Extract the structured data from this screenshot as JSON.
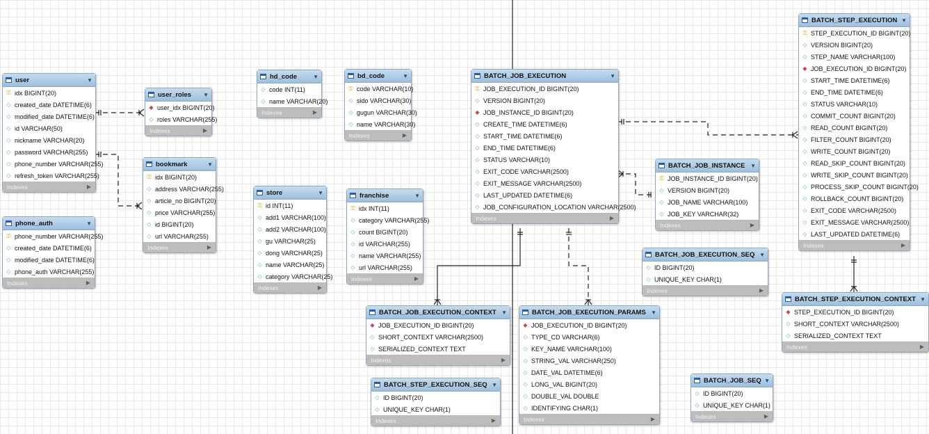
{
  "tables": [
    {
      "key": "user",
      "name": "user",
      "columns": [
        {
          "text": "idx BIGINT(20)",
          "kind": "pk"
        },
        {
          "text": "created_date DATETIME(6)",
          "kind": "attr"
        },
        {
          "text": "modified_date DATETIME(6)",
          "kind": "attr"
        },
        {
          "text": "id VARCHAR(50)",
          "kind": "attr"
        },
        {
          "text": "nickname VARCHAR(20)",
          "kind": "attr"
        },
        {
          "text": "password VARCHAR(255)",
          "kind": "attr"
        },
        {
          "text": "phone_number VARCHAR(255)",
          "kind": "attr"
        },
        {
          "text": "refresh_token VARCHAR(255)",
          "kind": "attr"
        }
      ]
    },
    {
      "key": "user_roles",
      "name": "user_roles",
      "columns": [
        {
          "text": "user_idx BIGINT(20)",
          "kind": "fk"
        },
        {
          "text": "roles VARCHAR(255)",
          "kind": "attr"
        }
      ]
    },
    {
      "key": "bookmark",
      "name": "bookmark",
      "columns": [
        {
          "text": "idx BIGINT(20)",
          "kind": "pk"
        },
        {
          "text": "address VARCHAR(255)",
          "kind": "attr"
        },
        {
          "text": "article_no BIGINT(20)",
          "kind": "attr"
        },
        {
          "text": "price VARCHAR(255)",
          "kind": "attr"
        },
        {
          "text": "id BIGINT(20)",
          "kind": "attr"
        },
        {
          "text": "url VARCHAR(255)",
          "kind": "attr"
        }
      ]
    },
    {
      "key": "phone_auth",
      "name": "phone_auth",
      "columns": [
        {
          "text": "phone_number VARCHAR(255)",
          "kind": "pk"
        },
        {
          "text": "created_date DATETIME(6)",
          "kind": "attr"
        },
        {
          "text": "modified_date DATETIME(6)",
          "kind": "attr"
        },
        {
          "text": "phone_auth VARCHAR(255)",
          "kind": "attr"
        }
      ]
    },
    {
      "key": "hd_code",
      "name": "hd_code",
      "columns": [
        {
          "text": "code INT(11)",
          "kind": "attr"
        },
        {
          "text": "name VARCHAR(20)",
          "kind": "attr"
        }
      ]
    },
    {
      "key": "bd_code",
      "name": "bd_code",
      "columns": [
        {
          "text": "code VARCHAR(10)",
          "kind": "pk"
        },
        {
          "text": "sido VARCHAR(30)",
          "kind": "attr"
        },
        {
          "text": "gugun VARCHAR(30)",
          "kind": "attr"
        },
        {
          "text": "name VARCHAR(30)",
          "kind": "attr"
        }
      ]
    },
    {
      "key": "store",
      "name": "store",
      "columns": [
        {
          "text": "id INT(11)",
          "kind": "pk"
        },
        {
          "text": "add1 VARCHAR(100)",
          "kind": "attr"
        },
        {
          "text": "add2 VARCHAR(100)",
          "kind": "attr"
        },
        {
          "text": "gu VARCHAR(25)",
          "kind": "attr"
        },
        {
          "text": "dong VARCHAR(25)",
          "kind": "attr"
        },
        {
          "text": "name VARCHAR(25)",
          "kind": "attr"
        },
        {
          "text": "category VARCHAR(25)",
          "kind": "attr"
        }
      ]
    },
    {
      "key": "franchise",
      "name": "franchise",
      "columns": [
        {
          "text": "idx INT(11)",
          "kind": "pk"
        },
        {
          "text": "category VARCHAR(255)",
          "kind": "attr"
        },
        {
          "text": "count BIGINT(20)",
          "kind": "attr"
        },
        {
          "text": "id VARCHAR(255)",
          "kind": "attr"
        },
        {
          "text": "name VARCHAR(255)",
          "kind": "attr"
        },
        {
          "text": "url VARCHAR(255)",
          "kind": "attr"
        }
      ]
    },
    {
      "key": "bje",
      "name": "BATCH_JOB_EXECUTION",
      "columns": [
        {
          "text": "JOB_EXECUTION_ID BIGINT(20)",
          "kind": "pk"
        },
        {
          "text": "VERSION BIGINT(20)",
          "kind": "attr"
        },
        {
          "text": "JOB_INSTANCE_ID BIGINT(20)",
          "kind": "fk"
        },
        {
          "text": "CREATE_TIME DATETIME(6)",
          "kind": "attr"
        },
        {
          "text": "START_TIME DATETIME(6)",
          "kind": "attr"
        },
        {
          "text": "END_TIME DATETIME(6)",
          "kind": "attr"
        },
        {
          "text": "STATUS VARCHAR(10)",
          "kind": "attr"
        },
        {
          "text": "EXIT_CODE VARCHAR(2500)",
          "kind": "attr"
        },
        {
          "text": "EXIT_MESSAGE VARCHAR(2500)",
          "kind": "attr"
        },
        {
          "text": "LAST_UPDATED DATETIME(6)",
          "kind": "attr"
        },
        {
          "text": "JOB_CONFIGURATION_LOCATION VARCHAR(2500)",
          "kind": "attr"
        }
      ]
    },
    {
      "key": "bji",
      "name": "BATCH_JOB_INSTANCE",
      "columns": [
        {
          "text": "JOB_INSTANCE_ID BIGINT(20)",
          "kind": "pk"
        },
        {
          "text": "VERSION BIGINT(20)",
          "kind": "attr"
        },
        {
          "text": "JOB_NAME VARCHAR(100)",
          "kind": "attr"
        },
        {
          "text": "JOB_KEY VARCHAR(32)",
          "kind": "attr"
        }
      ]
    },
    {
      "key": "bjes",
      "name": "BATCH_JOB_EXECUTION_SEQ",
      "columns": [
        {
          "text": "ID BIGINT(20)",
          "kind": "attr"
        },
        {
          "text": "UNIQUE_KEY CHAR(1)",
          "kind": "attr"
        }
      ]
    },
    {
      "key": "bjec",
      "name": "BATCH_JOB_EXECUTION_CONTEXT",
      "columns": [
        {
          "text": "JOB_EXECUTION_ID BIGINT(20)",
          "kind": "fk"
        },
        {
          "text": "SHORT_CONTEXT VARCHAR(2500)",
          "kind": "attr"
        },
        {
          "text": "SERIALIZED_CONTEXT TEXT",
          "kind": "attr"
        }
      ]
    },
    {
      "key": "bjep",
      "name": "BATCH_JOB_EXECUTION_PARAMS",
      "columns": [
        {
          "text": "JOB_EXECUTION_ID BIGINT(20)",
          "kind": "fk"
        },
        {
          "text": "TYPE_CD VARCHAR(6)",
          "kind": "attr"
        },
        {
          "text": "KEY_NAME VARCHAR(100)",
          "kind": "attr"
        },
        {
          "text": "STRING_VAL VARCHAR(250)",
          "kind": "attr"
        },
        {
          "text": "DATE_VAL DATETIME(6)",
          "kind": "attr"
        },
        {
          "text": "LONG_VAL BIGINT(20)",
          "kind": "attr"
        },
        {
          "text": "DOUBLE_VAL DOUBLE",
          "kind": "attr"
        },
        {
          "text": "IDENTIFYING CHAR(1)",
          "kind": "attr"
        }
      ]
    },
    {
      "key": "bses",
      "name": "BATCH_STEP_EXECUTION_SEQ",
      "columns": [
        {
          "text": "ID BIGINT(20)",
          "kind": "attr"
        },
        {
          "text": "UNIQUE_KEY CHAR(1)",
          "kind": "attr"
        }
      ]
    },
    {
      "key": "bjs",
      "name": "BATCH_JOB_SEQ",
      "columns": [
        {
          "text": "ID BIGINT(20)",
          "kind": "attr"
        },
        {
          "text": "UNIQUE_KEY CHAR(1)",
          "kind": "attr"
        }
      ]
    },
    {
      "key": "bse",
      "name": "BATCH_STEP_EXECUTION",
      "columns": [
        {
          "text": "STEP_EXECUTION_ID BIGINT(20)",
          "kind": "pk"
        },
        {
          "text": "VERSION BIGINT(20)",
          "kind": "attr"
        },
        {
          "text": "STEP_NAME VARCHAR(100)",
          "kind": "attr"
        },
        {
          "text": "JOB_EXECUTION_ID BIGINT(20)",
          "kind": "fk"
        },
        {
          "text": "START_TIME DATETIME(6)",
          "kind": "attr"
        },
        {
          "text": "END_TIME DATETIME(6)",
          "kind": "attr"
        },
        {
          "text": "STATUS VARCHAR(10)",
          "kind": "attr"
        },
        {
          "text": "COMMIT_COUNT BIGINT(20)",
          "kind": "attr"
        },
        {
          "text": "READ_COUNT BIGINT(20)",
          "kind": "attr"
        },
        {
          "text": "FILTER_COUNT BIGINT(20)",
          "kind": "attr"
        },
        {
          "text": "WRITE_COUNT BIGINT(20)",
          "kind": "attr"
        },
        {
          "text": "READ_SKIP_COUNT BIGINT(20)",
          "kind": "attr"
        },
        {
          "text": "WRITE_SKIP_COUNT BIGINT(20)",
          "kind": "attr"
        },
        {
          "text": "PROCESS_SKIP_COUNT BIGINT(20)",
          "kind": "attr"
        },
        {
          "text": "ROLLBACK_COUNT BIGINT(20)",
          "kind": "attr"
        },
        {
          "text": "EXIT_CODE VARCHAR(2500)",
          "kind": "attr"
        },
        {
          "text": "EXIT_MESSAGE VARCHAR(2500)",
          "kind": "attr"
        },
        {
          "text": "LAST_UPDATED DATETIME(6)",
          "kind": "attr"
        }
      ]
    },
    {
      "key": "bsec",
      "name": "BATCH_STEP_EXECUTION_CONTEXT",
      "columns": [
        {
          "text": "STEP_EXECUTION_ID BIGINT(20)",
          "kind": "fk"
        },
        {
          "text": "SHORT_CONTEXT VARCHAR(2500)",
          "kind": "attr"
        },
        {
          "text": "SERIALIZED_CONTEXT TEXT",
          "kind": "attr"
        }
      ]
    }
  ],
  "footer_label": "Indexes",
  "relationships": [
    {
      "key": "user-user_roles",
      "style": "dashed"
    },
    {
      "key": "user-bookmark",
      "style": "dashed"
    },
    {
      "key": "bje-bjec",
      "style": "solid"
    },
    {
      "key": "bje-bjep",
      "style": "dashed"
    },
    {
      "key": "bje-bji",
      "style": "dashed"
    },
    {
      "key": "bje-bse",
      "style": "dashed"
    },
    {
      "key": "bse-bsec",
      "style": "solid"
    }
  ]
}
